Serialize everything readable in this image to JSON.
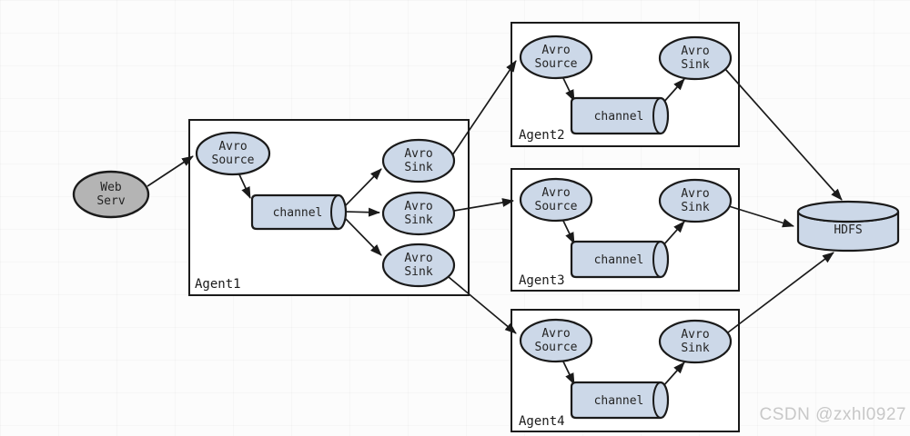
{
  "watermark": "CSDN @zxhl0927",
  "colors": {
    "background": "#fcfcfc",
    "node_fill": "#ccd8e8",
    "web_fill": "#b4b4b4",
    "stroke": "#1a1a1a",
    "label_color": "#242424",
    "watermark_color": "#c8c8c8"
  },
  "nodes": {
    "web_server": {
      "line1": "Web",
      "line2": "Serv"
    },
    "avro_source": {
      "line1": "Avro",
      "line2": "Source"
    },
    "avro_sink": {
      "line1": "Avro",
      "line2": "Sink"
    },
    "channel": {
      "label": "channel"
    },
    "hdfs": {
      "label": "HDFS"
    }
  },
  "agents": {
    "agent1": {
      "label": "Agent1"
    },
    "agent2": {
      "label": "Agent2"
    },
    "agent3": {
      "label": "Agent3"
    },
    "agent4": {
      "label": "Agent4"
    }
  }
}
